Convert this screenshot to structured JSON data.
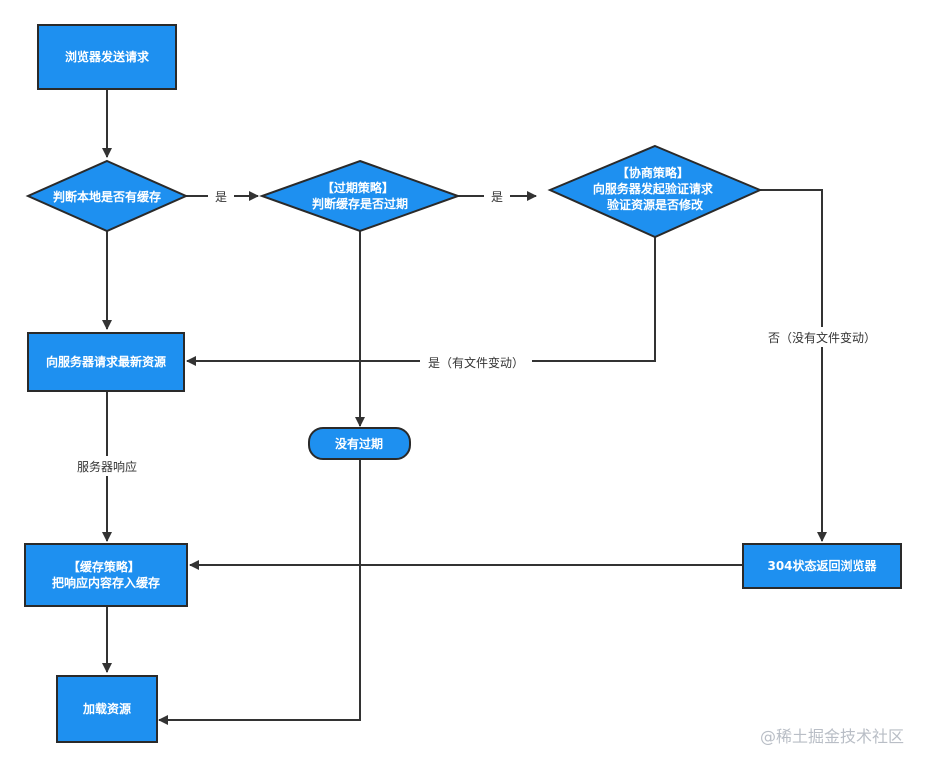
{
  "colors": {
    "node_fill": "#1e90f0",
    "node_stroke": "#2a2a2a",
    "edge": "#333333",
    "label_text": "#333333",
    "watermark": "#b9bec6"
  },
  "nodes": {
    "browser_request": [
      "浏览器发送请求"
    ],
    "check_local_cache": [
      "判断本地是否有缓存"
    ],
    "expire_strategy": [
      "【过期策略】",
      "判断缓存是否过期"
    ],
    "negotiate_strategy": [
      "【协商策略】",
      "向服务器发起验证请求",
      "验证资源是否修改"
    ],
    "request_latest": [
      "向服务器请求最新资源"
    ],
    "not_expired": [
      "没有过期"
    ],
    "cache_strategy": [
      "【缓存策略】",
      "把响应内容存入缓存"
    ],
    "load_resource": [
      "加载资源"
    ],
    "status_304": [
      "304状态返回浏览器"
    ]
  },
  "edge_labels": {
    "yes_1": "是",
    "yes_2": "是",
    "yes_changed": "是（有文件变动）",
    "no_unchanged": "否（没有文件变动）",
    "server_response": "服务器响应"
  },
  "watermark": "@稀土掘金技术社区"
}
